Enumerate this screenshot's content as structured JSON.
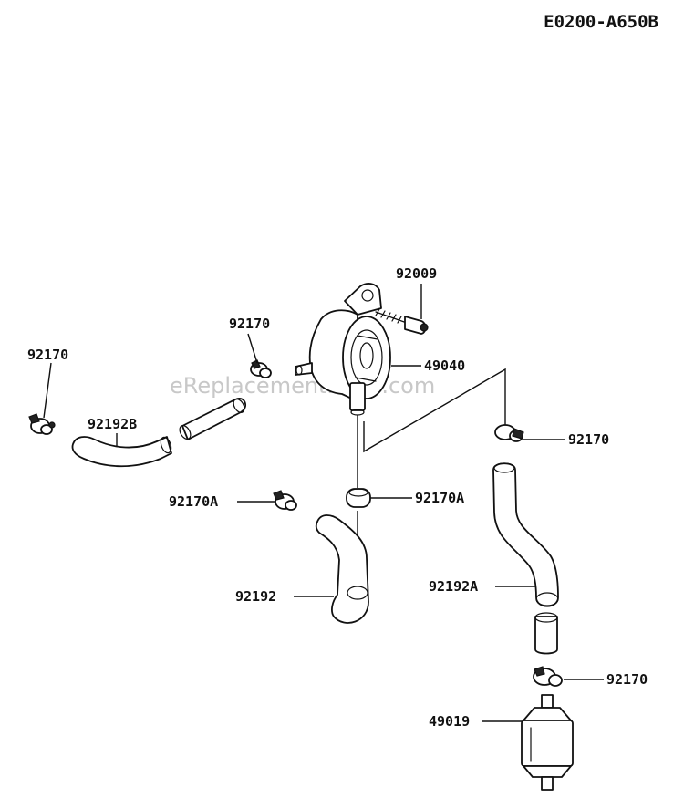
{
  "diagram": {
    "code": "E0200-A650B",
    "watermark": "eReplacementParts.com",
    "labels": {
      "screw": "92009",
      "pump": "49040",
      "clamp_pump_inlet": "92170",
      "clamp_left": "92170",
      "hose_left": "92192B",
      "clamp_right": "92170",
      "clamp_center_a": "92170A",
      "clamp_left_a": "92170A",
      "hose_center": "92192",
      "hose_right": "92192A",
      "clamp_filter": "92170",
      "filter": "49019"
    }
  }
}
